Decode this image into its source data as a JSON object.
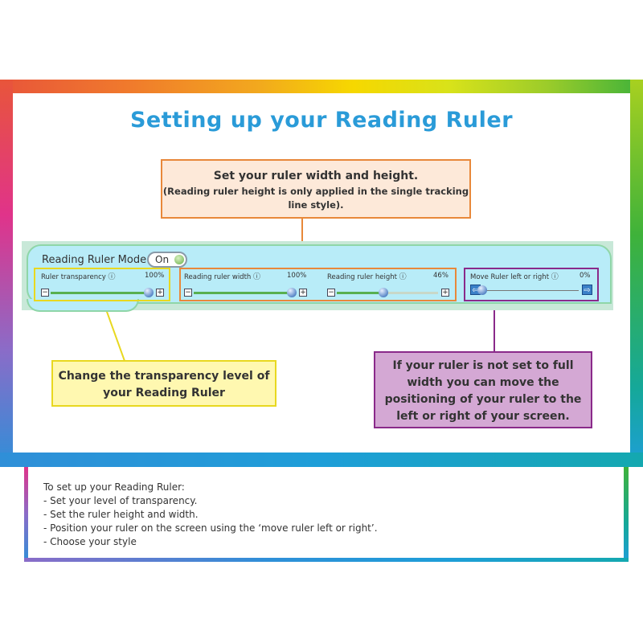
{
  "title": "Setting up your Reading Ruler",
  "callouts": {
    "width_height": {
      "main": "Set your ruler width and height.",
      "sub": "(Reading ruler height is only applied in the single tracking line style)."
    },
    "transparency": "Change the transparency level of your Reading Ruler",
    "move": "If your ruler is not set to full width you can move the positioning of your ruler to the left or right of your screen."
  },
  "toolbar": {
    "mode_label": "Reading Ruler Mode",
    "toggle_label": "On",
    "transparency": {
      "label": "Ruler transparency",
      "value": "100%",
      "level": 1.0
    },
    "width": {
      "label": "Reading ruler width",
      "value": "100%",
      "level": 1.0
    },
    "height": {
      "label": "Reading ruler height",
      "value": "46%",
      "level": 0.46
    },
    "move": {
      "label": "Move Ruler left or right",
      "value": "0%",
      "level": 0.0
    },
    "minus_symbol": "−",
    "plus_symbol": "+",
    "info_symbol": "ⓘ",
    "left_arrow": "⇦",
    "right_arrow": "⇨"
  },
  "instructions": {
    "intro": "To set up your Reading Ruler:",
    "steps": [
      "- Set your level of transparency.",
      "- Set the ruler height and width.",
      "- Position your ruler on the screen using the ‘move ruler left or right’.",
      "- Choose your style"
    ]
  },
  "colors": {
    "title": "#2a9bd8",
    "orange_callout_border": "#e8883a",
    "yellow_callout_border": "#e8d820",
    "purple_callout_border": "#8a2a8a",
    "panel": "#b8ecf8"
  }
}
